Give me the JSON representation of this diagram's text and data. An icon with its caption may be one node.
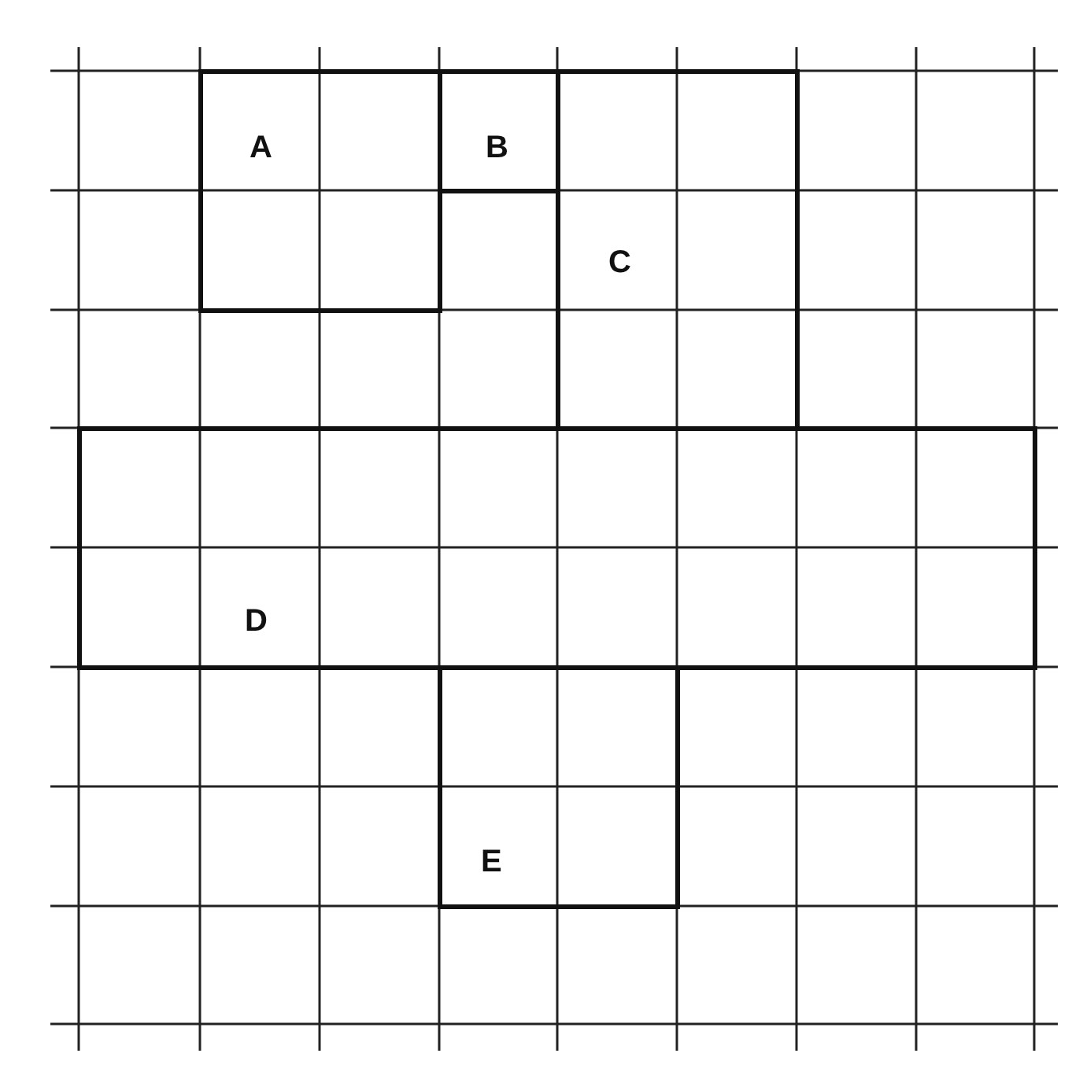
{
  "diagram": {
    "nodes": [
      {
        "text": [
          "A"
        ]
      },
      {
        "text": [
          "B"
        ]
      },
      {
        "text": [
          "C"
        ]
      },
      {
        "text": [
          "D"
        ]
      },
      {
        "text": [
          "E"
        ]
      }
    ]
  }
}
